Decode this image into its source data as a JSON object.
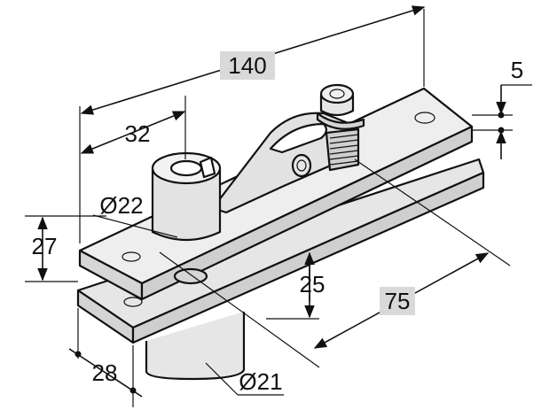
{
  "dimensions": {
    "overall_length": "140",
    "pivot_offset": "32",
    "plate_thickness": "5",
    "height": "27",
    "collar_diameter": "Ø22",
    "lower_height": "25",
    "depth": "75",
    "lower_offset": "28",
    "spindle_diameter": "Ø21"
  },
  "colors": {
    "label_highlight": "#d9d9d9",
    "part_fill": "#e6e6e6",
    "line": "#111111"
  }
}
